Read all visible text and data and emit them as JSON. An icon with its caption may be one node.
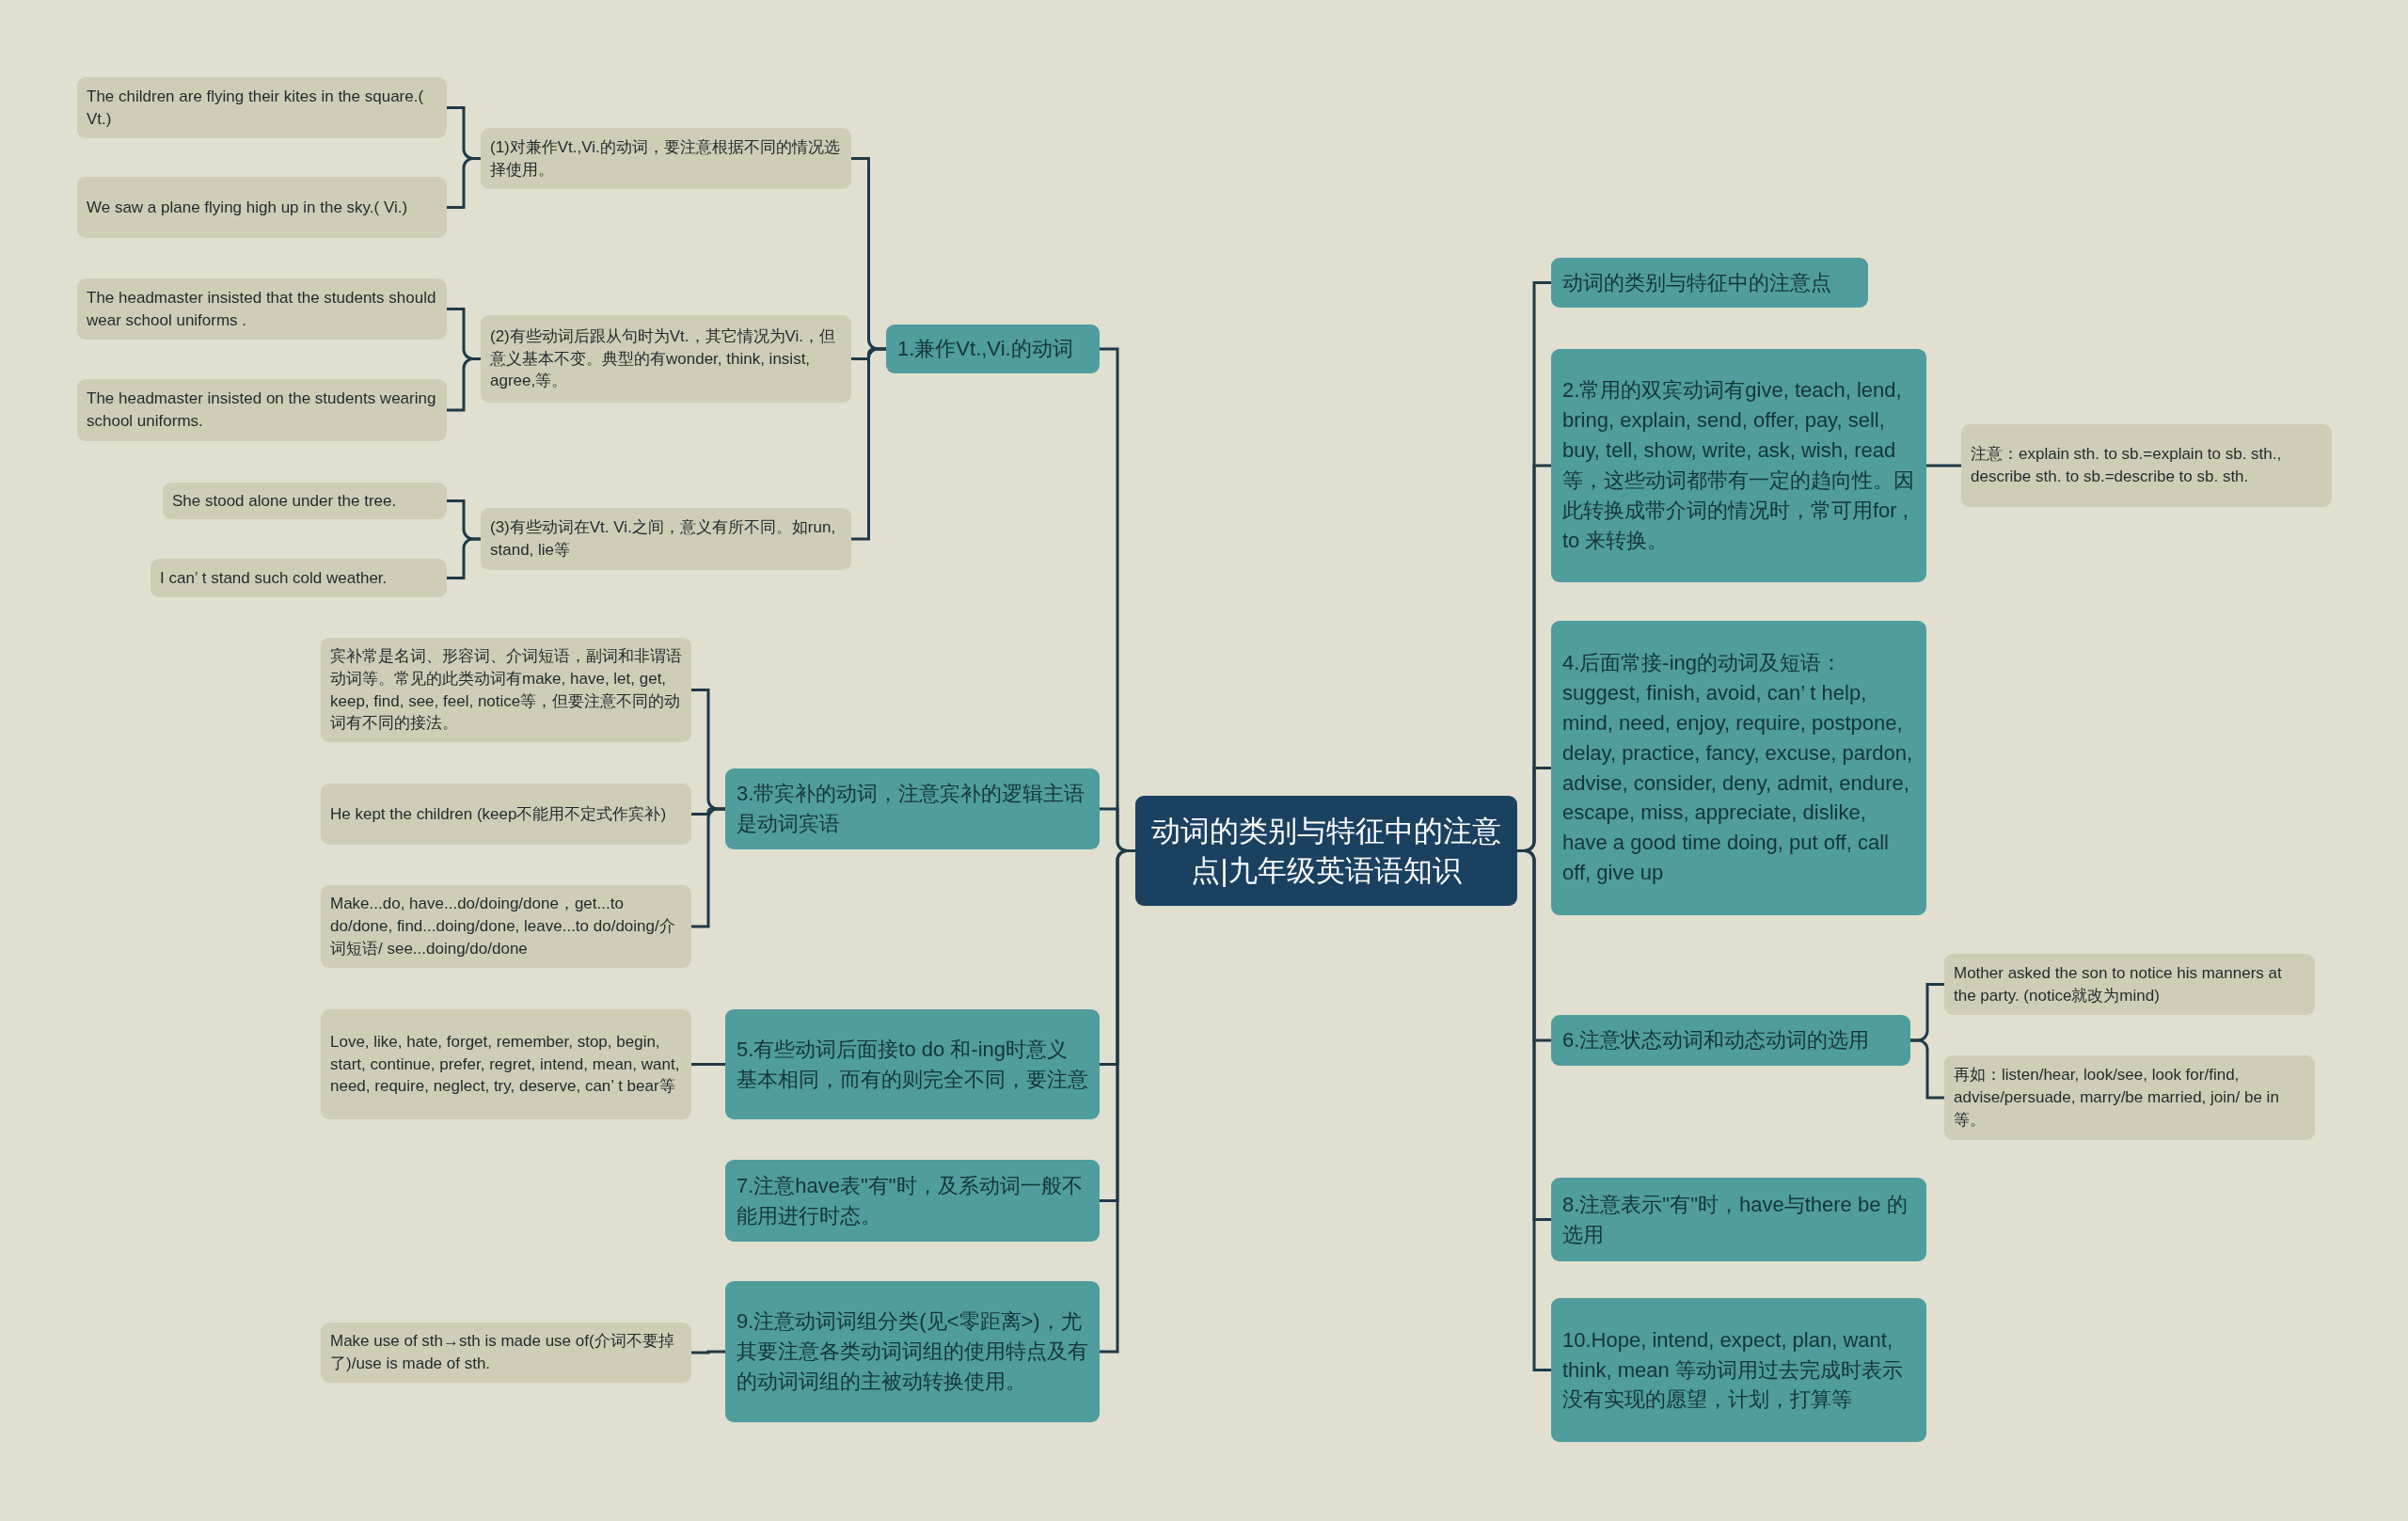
{
  "diagram": {
    "nodes": [
      {
        "text": [
          "动词的类别与特征中的注意点|九年级英语语知识"
        ]
      },
      {
        "text": [
          "1.兼作Vt.,Vi.的动词"
        ]
      },
      {
        "text": [
          "(1)对兼作Vt.,Vi.的动词，要注意根据不同的情况选择使用。"
        ]
      },
      {
        "text": [
          "The children are flying their kites in the square.( Vt.)"
        ]
      },
      {
        "text": [
          "We saw a plane flying high up in the sky.( Vi.)"
        ]
      },
      {
        "text": [
          "(2)有些动词后跟从句时为Vt.，其它情况为Vi.，但意义基本不变。典型的有wonder, think, insist, agree,等。"
        ]
      },
      {
        "text": [
          "The headmaster insisted that the students should wear school uniforms ."
        ]
      },
      {
        "text": [
          "The headmaster insisted on the students wearing school uniforms."
        ]
      },
      {
        "text": [
          "(3)有些动词在Vt. Vi.之间，意义有所不同。如run, stand, lie等"
        ]
      },
      {
        "text": [
          "She stood alone under the tree."
        ]
      },
      {
        "text": [
          "I can’ t stand such cold weather."
        ]
      },
      {
        "text": [
          "3.带宾补的动词，注意宾补的逻辑主语是动词宾语"
        ]
      },
      {
        "text": [
          "宾补常是名词、形容词、介词短语，副词和非谓语动词等。常见的此类动词有make, have, let, get, keep, find, see, feel, notice等，但要注意不同的动词有不同的接法。"
        ]
      },
      {
        "text": [
          "He kept the children (keep不能用不定式作宾补)"
        ]
      },
      {
        "text": [
          "Make...do, have...do/doing/done，get...to do/done, find...doing/done, leave...to do/doing/介词短语/ see...doing/do/done"
        ]
      },
      {
        "text": [
          "5.有些动词后面接to do 和-ing时意义基本相同，而有的则完全不同，要注意"
        ]
      },
      {
        "text": [
          "Love, like, hate, forget, remember, stop, begin, start, continue, prefer, regret, intend, mean, want, need, require, neglect, try, deserve, can’ t bear等"
        ]
      },
      {
        "text": [
          "7.注意have表\"有\"时，及系动词一般不能用进行时态。"
        ]
      },
      {
        "text": [
          "9.注意动词词组分类(见<零距离>)，尤其要注意各类动词词组的使用特点及有的动词词组的主被动转换使用。"
        ]
      },
      {
        "text": [
          "Make use of sth→sth is made use of(介词不要掉了)/use is made of sth."
        ]
      },
      {
        "text": [
          "动词的类别与特征中的注意点"
        ]
      },
      {
        "text": [
          "2.常用的双宾动词有give, teach, lend, bring, explain, send, offer, pay, sell, buy, tell, show, write, ask, wish, read等，这些动词都带有一定的趋向性。因此转换成带介词的情况时，常可用for , to 来转换。"
        ]
      },
      {
        "text": [
          "注意：explain sth. to sb.=explain to sb. sth., describe sth. to sb.=describe to sb. sth."
        ]
      },
      {
        "text": [
          "4.后面常接-ing的动词及短语：suggest, finish, avoid, can’ t help, mind, need, enjoy, require, postpone, delay, practice, fancy, excuse, pardon, advise, consider, deny, admit, endure, escape, miss, appreciate, dislike, have a good time doing, put off, call off, give up"
        ]
      },
      {
        "text": [
          "6.注意状态动词和动态动词的选用"
        ]
      },
      {
        "text": [
          "Mother asked the son to notice his manners at the party. (notice就改为mind)"
        ]
      },
      {
        "text": [
          "再如：listen/hear, look/see, look for/find, advise/persuade, marry/be married, join/ be in等。"
        ]
      },
      {
        "text": [
          "8.注意表示\"有\"时，have与there be 的选用"
        ]
      },
      {
        "text": [
          "10.Hope, intend, expect, plan, want, think, mean 等动词用过去完成时表示没有实现的愿望，计划，打算等"
        ]
      }
    ],
    "edges": [
      {
        "from": 0,
        "to": 1,
        "arrow": "none"
      },
      {
        "from": 1,
        "to": 2,
        "arrow": "none"
      },
      {
        "from": 2,
        "to": 3,
        "arrow": "none"
      },
      {
        "from": 2,
        "to": 4,
        "arrow": "none"
      },
      {
        "from": 1,
        "to": 5,
        "arrow": "none"
      },
      {
        "from": 5,
        "to": 6,
        "arrow": "none"
      },
      {
        "from": 5,
        "to": 7,
        "arrow": "none"
      },
      {
        "from": 1,
        "to": 8,
        "arrow": "none"
      },
      {
        "from": 8,
        "to": 9,
        "arrow": "none"
      },
      {
        "from": 8,
        "to": 10,
        "arrow": "none"
      },
      {
        "from": 0,
        "to": 11,
        "arrow": "none"
      },
      {
        "from": 11,
        "to": 12,
        "arrow": "none"
      },
      {
        "from": 11,
        "to": 13,
        "arrow": "none"
      },
      {
        "from": 11,
        "to": 14,
        "arrow": "none"
      },
      {
        "from": 0,
        "to": 15,
        "arrow": "none"
      },
      {
        "from": 15,
        "to": 16,
        "arrow": "none"
      },
      {
        "from": 0,
        "to": 17,
        "arrow": "none"
      },
      {
        "from": 0,
        "to": 18,
        "arrow": "none"
      },
      {
        "from": 18,
        "to": 19,
        "arrow": "none"
      },
      {
        "from": 0,
        "to": 20,
        "arrow": "none"
      },
      {
        "from": 0,
        "to": 21,
        "arrow": "none"
      },
      {
        "from": 21,
        "to": 22,
        "arrow": "none"
      },
      {
        "from": 0,
        "to": 23,
        "arrow": "none"
      },
      {
        "from": 0,
        "to": 24,
        "arrow": "none"
      },
      {
        "from": 24,
        "to": 25,
        "arrow": "none"
      },
      {
        "from": 24,
        "to": 26,
        "arrow": "none"
      },
      {
        "from": 0,
        "to": 27,
        "arrow": "none"
      },
      {
        "from": 0,
        "to": 28,
        "arrow": "none"
      }
    ]
  }
}
